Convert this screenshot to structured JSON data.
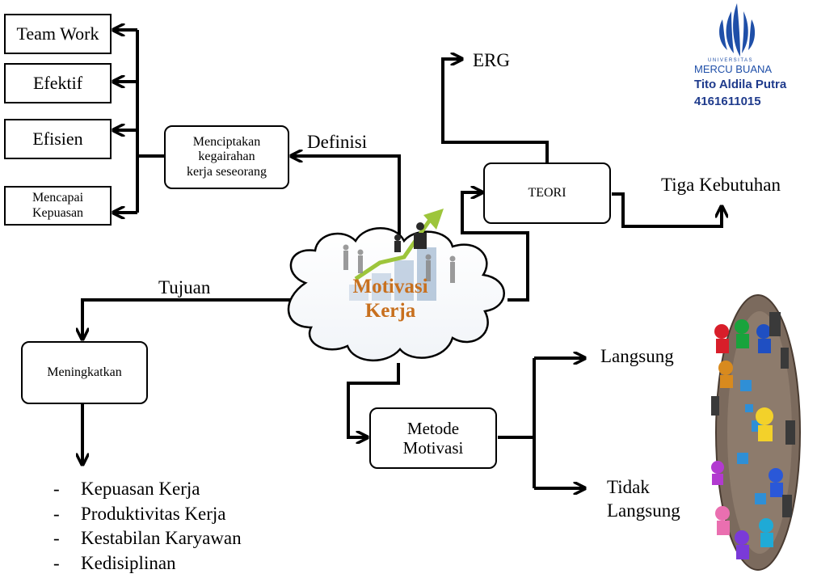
{
  "diagram": {
    "center": {
      "line1": "Motivasi",
      "line2": "Kerja",
      "color": "#c8701e"
    },
    "definisi": {
      "edge_label": "Definisi",
      "box": [
        "Menciptakan",
        "kegairahan",
        "kerja seseorang"
      ],
      "items": [
        "Team Work",
        "Efektif",
        "Efisien"
      ],
      "item_mencapai": [
        "Mencapai",
        "Kepuasan"
      ]
    },
    "tujuan": {
      "edge_label": "Tujuan",
      "box": "Meningkatkan",
      "bullets": [
        "Kepuasan Kerja",
        "Produktivitas Kerja",
        "Kestabilan Karyawan",
        "Kedisiplinan"
      ],
      "bullet_marker": "-"
    },
    "teori": {
      "box": "TEORI",
      "items": [
        "ERG",
        "Tiga Kebutuhan"
      ]
    },
    "metode": {
      "box": [
        "Metode",
        "Motivasi"
      ],
      "items": [
        "Langsung"
      ],
      "item_tidak": [
        "Tidak",
        "Langsung"
      ]
    }
  },
  "logo": {
    "university_small": "UNIVERSITAS",
    "university": "MERCU BUANA",
    "author": "Tito Aldila  Putra",
    "student_id": "4161611015",
    "color": "#1f3b8c"
  }
}
